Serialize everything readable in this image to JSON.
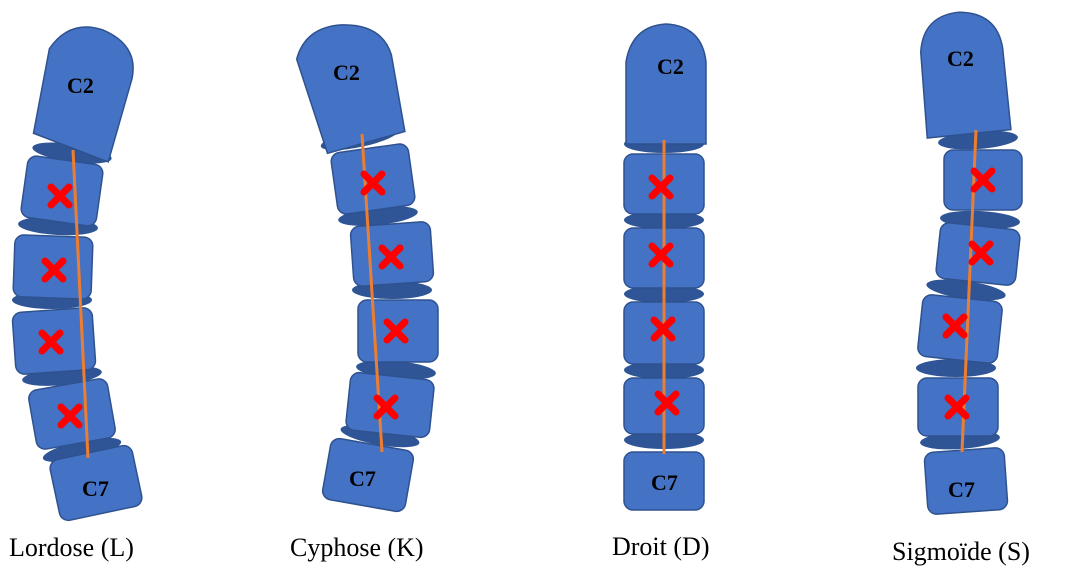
{
  "spines": [
    {
      "id": "lordose",
      "caption": "Lordose (L)",
      "top_label": "C2",
      "bottom_label": "C7",
      "marker": "red-cross-icon"
    },
    {
      "id": "cyphose",
      "caption": "Cyphose (K)",
      "top_label": "C2",
      "bottom_label": "C7",
      "marker": "red-cross-icon"
    },
    {
      "id": "droit",
      "caption": "Droit (D)",
      "top_label": "C2",
      "bottom_label": "C7",
      "marker": "red-cross-icon"
    },
    {
      "id": "sigmoide",
      "caption": "Sigmoïde (S)",
      "top_label": "C2",
      "bottom_label": "C7",
      "marker": "red-cross-icon"
    }
  ],
  "colors": {
    "vertebra": "#4472c4",
    "vertebra_stroke": "#2f528f",
    "disc": "#2f5597",
    "axis_line": "#ed7d31",
    "marker": "#ff0000"
  }
}
